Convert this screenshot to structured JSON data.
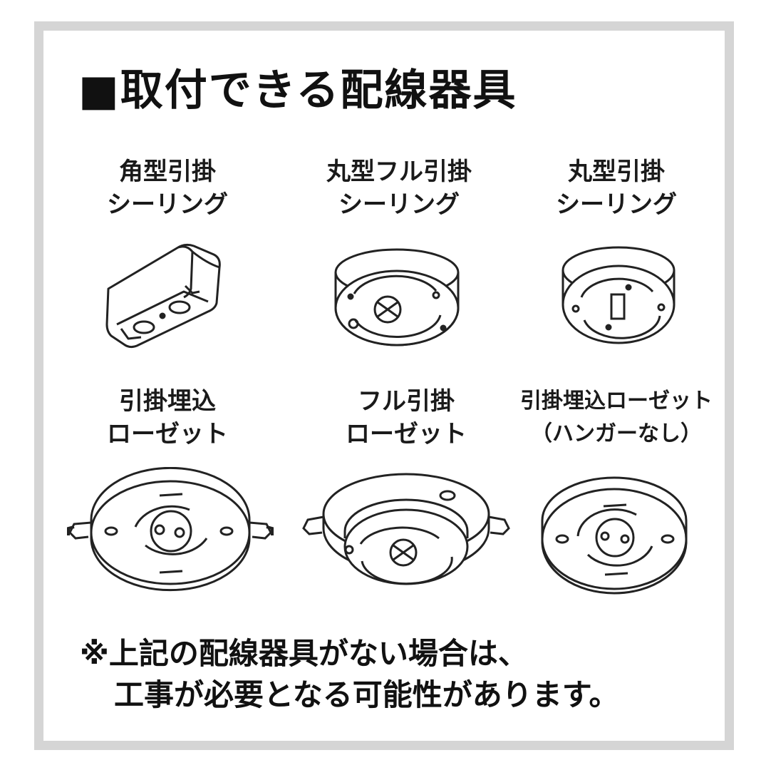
{
  "title": "■取付できる配線器具",
  "items": [
    {
      "line1": "角型引掛",
      "line2": "シーリング",
      "icon": "square-hook-ceiling-icon"
    },
    {
      "line1": "丸型フル引掛",
      "line2": "シーリング",
      "icon": "round-full-hook-ceiling-icon"
    },
    {
      "line1": "丸型引掛",
      "line2": "シーリング",
      "icon": "round-hook-ceiling-icon"
    },
    {
      "line1": "引掛埋込",
      "line2": "ローゼット",
      "icon": "embedded-hook-rosette-icon"
    },
    {
      "line1": "フル引掛",
      "line2": "ローゼット",
      "icon": "full-hook-rosette-icon"
    },
    {
      "line1": "引掛埋込ローゼット",
      "line2": "（ハンガーなし）",
      "icon": "embedded-rosette-no-hanger-icon"
    }
  ],
  "note": {
    "line1": "※上記の配線器具がない場合は、",
    "line2": "工事が必要となる可能性があります。"
  }
}
